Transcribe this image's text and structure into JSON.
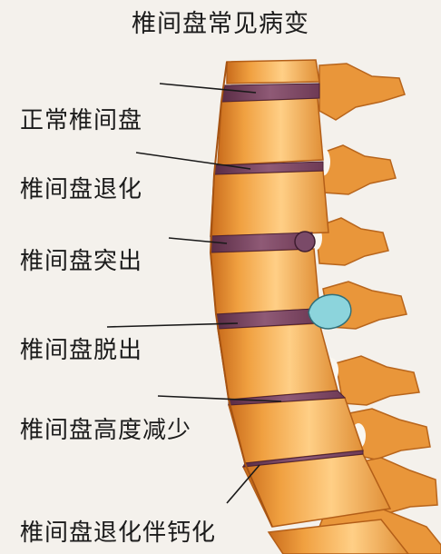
{
  "title": "椎间盘常见病变",
  "labels": [
    {
      "text": "正常椎间盘"
    },
    {
      "text": "椎间盘退化"
    },
    {
      "text": "椎间盘突出"
    },
    {
      "text": "椎间盘脱出"
    },
    {
      "text": "椎间盘高度减少"
    },
    {
      "text": "椎间盘退化伴钙化"
    }
  ],
  "colors": {
    "bone": "#f0a040",
    "bone_dark": "#c96c1c",
    "bone_light": "#ffd79a",
    "disc": "#6e3a55",
    "disc_light": "#b58aa2",
    "calcified": "#8cd4dc",
    "leader": "#1a1a1a"
  }
}
